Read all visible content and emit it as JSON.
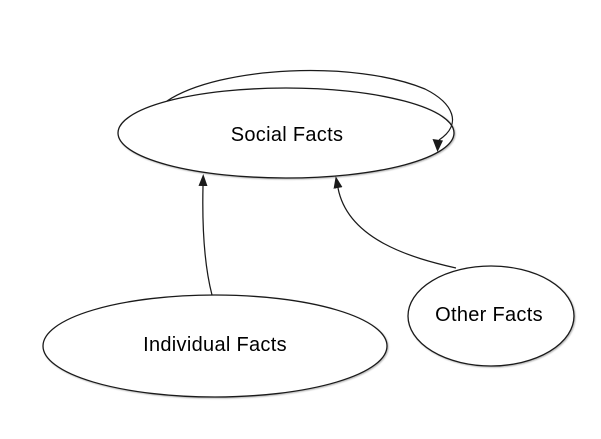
{
  "diagram": {
    "background_color": "#ffffff",
    "stroke_color": "#1a1a1a",
    "text_color": "#000000",
    "nodes": [
      {
        "id": "social-facts",
        "label": "Social Facts"
      },
      {
        "id": "individual-facts",
        "label": "Individual Facts"
      },
      {
        "id": "other-facts",
        "label": "Other Facts"
      }
    ],
    "edges": [
      {
        "from": "social-facts",
        "to": "social-facts",
        "type": "self-loop-arrow"
      },
      {
        "from": "individual-facts",
        "to": "social-facts",
        "type": "arrow"
      },
      {
        "from": "other-facts",
        "to": "social-facts",
        "type": "arrow"
      }
    ]
  }
}
